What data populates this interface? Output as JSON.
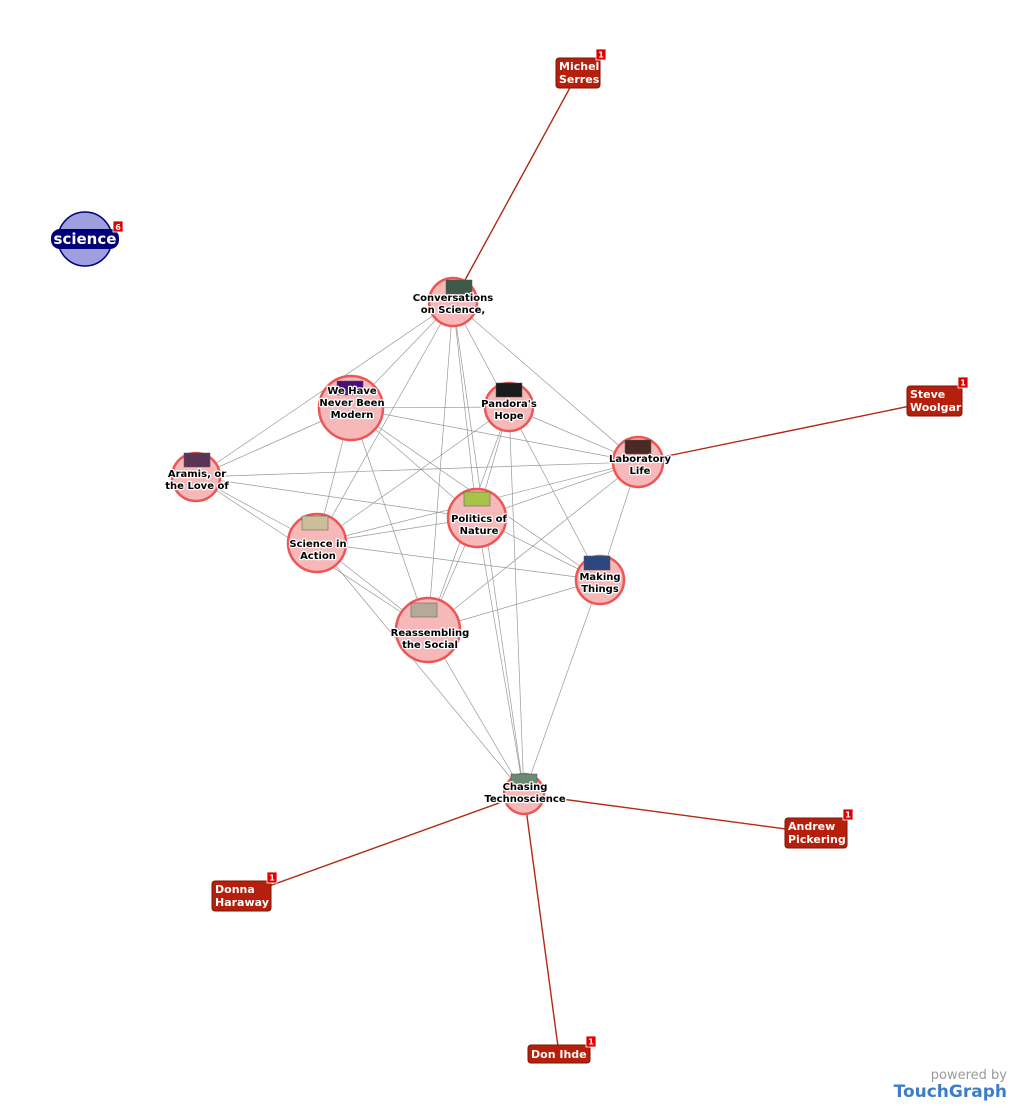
{
  "colors": {
    "book_fill": "#f6b8b8",
    "book_stroke": "#ee5555",
    "author_fill": "#b51f0b",
    "author_link": "#b02a14",
    "book_link": "#999999",
    "badge": "#e00000",
    "topic_fill": "#9f9fe0",
    "topic_chip": "#00007a"
  },
  "topic": {
    "id": "science",
    "label": "science",
    "count": "6"
  },
  "books": [
    {
      "id": "conversations",
      "lines": [
        "Conversations",
        "on Science,"
      ],
      "thumb": "#3e5948"
    },
    {
      "id": "never-modern",
      "lines": [
        "We Have",
        "Never Been",
        "Modern"
      ],
      "thumb": "#4a0f7a"
    },
    {
      "id": "pandora",
      "lines": [
        "Pandora's",
        "Hope"
      ],
      "thumb": "#1b1b1b"
    },
    {
      "id": "lab-life",
      "lines": [
        "Laboratory",
        "Life"
      ],
      "thumb": "#4a2a24"
    },
    {
      "id": "aramis",
      "lines": [
        "Aramis, or",
        "the Love of"
      ],
      "thumb": "#5b3355"
    },
    {
      "id": "politics",
      "lines": [
        "Politics of",
        "Nature"
      ],
      "thumb": "#a8c448"
    },
    {
      "id": "science-action",
      "lines": [
        "Science in",
        "Action"
      ],
      "thumb": "#cbbf9a"
    },
    {
      "id": "making-things",
      "lines": [
        "Making",
        "Things"
      ],
      "thumb": "#2d4680"
    },
    {
      "id": "reassembling",
      "lines": [
        "Reassembling",
        "the Social"
      ],
      "thumb": "#b5a99a"
    },
    {
      "id": "chasing",
      "lines": [
        "Chasing",
        "Technoscience"
      ],
      "thumb": "#6a8a74"
    }
  ],
  "authors": [
    {
      "id": "serres",
      "lines": [
        "Michel",
        "Serres"
      ],
      "count": "1",
      "book": "conversations"
    },
    {
      "id": "woolgar",
      "lines": [
        "Steve",
        "Woolgar"
      ],
      "count": "1",
      "book": "lab-life"
    },
    {
      "id": "pickering",
      "lines": [
        "Andrew",
        "Pickering"
      ],
      "count": "1",
      "book": "chasing"
    },
    {
      "id": "haraway",
      "lines": [
        "Donna",
        "Haraway"
      ],
      "count": "1",
      "book": "chasing"
    },
    {
      "id": "ihde",
      "lines": [
        "Don Ihde"
      ],
      "count": "1",
      "book": "chasing"
    }
  ],
  "book_links": [
    [
      "conversations",
      "never-modern"
    ],
    [
      "conversations",
      "pandora"
    ],
    [
      "conversations",
      "aramis"
    ],
    [
      "conversations",
      "politics"
    ],
    [
      "conversations",
      "science-action"
    ],
    [
      "conversations",
      "reassembling"
    ],
    [
      "conversations",
      "lab-life"
    ],
    [
      "conversations",
      "chasing"
    ],
    [
      "never-modern",
      "pandora"
    ],
    [
      "never-modern",
      "lab-life"
    ],
    [
      "never-modern",
      "aramis"
    ],
    [
      "never-modern",
      "politics"
    ],
    [
      "never-modern",
      "science-action"
    ],
    [
      "never-modern",
      "reassembling"
    ],
    [
      "never-modern",
      "making-things"
    ],
    [
      "pandora",
      "lab-life"
    ],
    [
      "pandora",
      "politics"
    ],
    [
      "pandora",
      "science-action"
    ],
    [
      "pandora",
      "reassembling"
    ],
    [
      "pandora",
      "making-things"
    ],
    [
      "pandora",
      "chasing"
    ],
    [
      "lab-life",
      "politics"
    ],
    [
      "lab-life",
      "science-action"
    ],
    [
      "lab-life",
      "making-things"
    ],
    [
      "lab-life",
      "reassembling"
    ],
    [
      "lab-life",
      "aramis"
    ],
    [
      "aramis",
      "science-action"
    ],
    [
      "aramis",
      "politics"
    ],
    [
      "aramis",
      "reassembling"
    ],
    [
      "politics",
      "science-action"
    ],
    [
      "politics",
      "making-things"
    ],
    [
      "politics",
      "reassembling"
    ],
    [
      "politics",
      "chasing"
    ],
    [
      "science-action",
      "reassembling"
    ],
    [
      "science-action",
      "making-things"
    ],
    [
      "science-action",
      "chasing"
    ],
    [
      "making-things",
      "reassembling"
    ],
    [
      "making-things",
      "chasing"
    ],
    [
      "reassembling",
      "chasing"
    ]
  ],
  "branding": {
    "powered_by": "powered by",
    "brand": "TouchGraph"
  }
}
